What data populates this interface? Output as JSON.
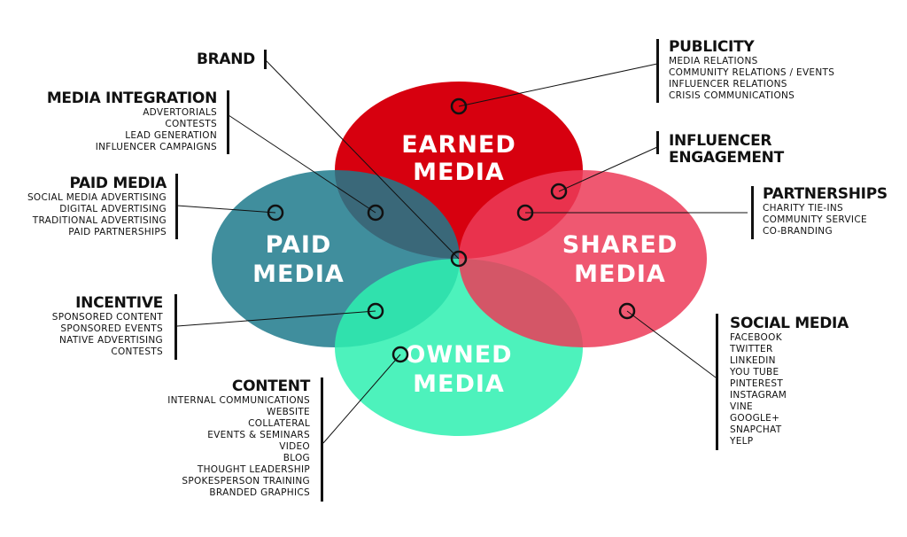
{
  "circles": {
    "earned": {
      "line1": "EARNED",
      "line2": "MEDIA",
      "color": "#d7000f"
    },
    "paid": {
      "line1": "PAID",
      "line2": "MEDIA",
      "color": "#1e7a8c"
    },
    "shared": {
      "line1": "SHARED",
      "line2": "MEDIA",
      "color": "#ec3b58"
    },
    "owned": {
      "line1": "OWNED",
      "line2": "MEDIA",
      "color": "#2ef0b0"
    }
  },
  "left_groups": {
    "brand": {
      "title": "BRAND",
      "items": []
    },
    "media_integration": {
      "title": "MEDIA INTEGRATION",
      "items": [
        "ADVERTORIALS",
        "CONTESTS",
        "LEAD GENERATION",
        "INFLUENCER CAMPAIGNS"
      ]
    },
    "paid_media": {
      "title": "PAID MEDIA",
      "items": [
        "SOCIAL MEDIA ADVERTISING",
        "DIGITAL ADVERTISING",
        "TRADITIONAL ADVERTISING",
        "PAID PARTNERSHIPS"
      ]
    },
    "incentive": {
      "title": "INCENTIVE",
      "items": [
        "SPONSORED CONTENT",
        "SPONSORED EVENTS",
        "NATIVE ADVERTISING",
        "CONTESTS"
      ]
    },
    "content": {
      "title": "CONTENT",
      "items": [
        "INTERNAL COMMUNICATIONS",
        "WEBSITE",
        "COLLATERAL",
        "EVENTS & SEMINARS",
        "VIDEO",
        "BLOG",
        "THOUGHT LEADERSHIP",
        "SPOKESPERSON TRAINING",
        "BRANDED GRAPHICS"
      ]
    }
  },
  "right_groups": {
    "publicity": {
      "title": "PUBLICITY",
      "items": [
        "MEDIA RELATIONS",
        "COMMUNITY RELATIONS / EVENTS",
        "INFLUENCER RELATIONS",
        "CRISIS COMMUNICATIONS"
      ]
    },
    "influencer_engagement": {
      "title": "INFLUENCER ENGAGEMENT",
      "items": []
    },
    "partnerships": {
      "title": "PARTNERSHIPS",
      "items": [
        "CHARITY TIE-INS",
        "COMMUNITY SERVICE",
        "CO-BRANDING"
      ]
    },
    "social_media": {
      "title": "SOCIAL MEDIA",
      "items": [
        "FACEBOOK",
        "TWITTER",
        "LINKEDIN",
        "YOU TUBE",
        "PINTEREST",
        "INSTAGRAM",
        "VINE",
        "GOOGLE+",
        "SNAPCHAT",
        "YELP"
      ]
    }
  }
}
